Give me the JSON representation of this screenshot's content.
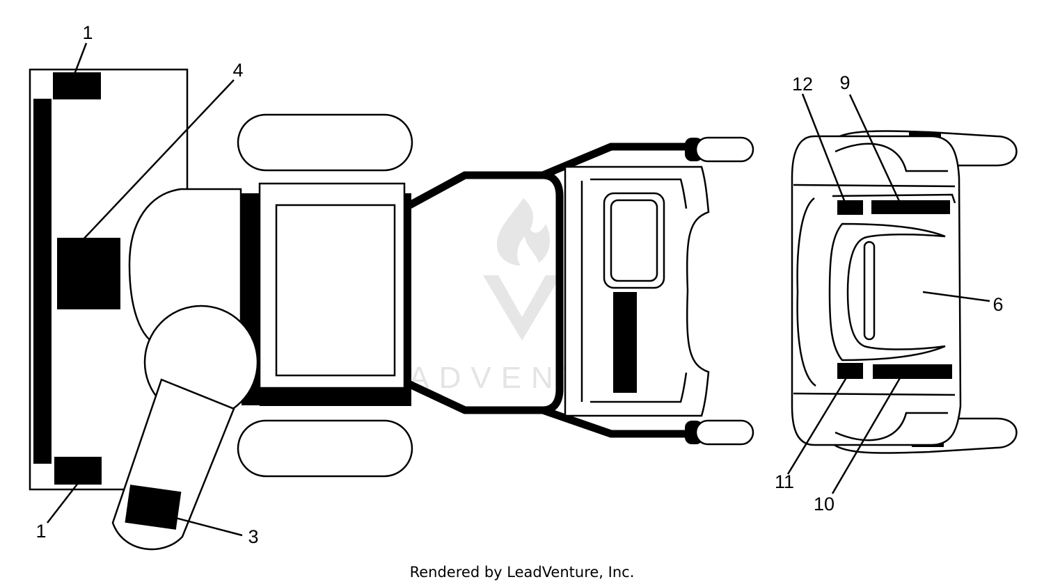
{
  "callouts": {
    "c1_top": "1",
    "c4": "4",
    "c1_bottom": "1",
    "c3": "3",
    "c12": "12",
    "c9": "9",
    "c6": "6",
    "c11": "11",
    "c10": "10"
  },
  "watermark": {
    "text": "LEADVENTURE"
  },
  "footer": {
    "caption": "Rendered by LeadVenture, Inc."
  },
  "colors": {
    "line": "#000000",
    "background": "#ffffff",
    "watermark": "#e4e4e4"
  }
}
